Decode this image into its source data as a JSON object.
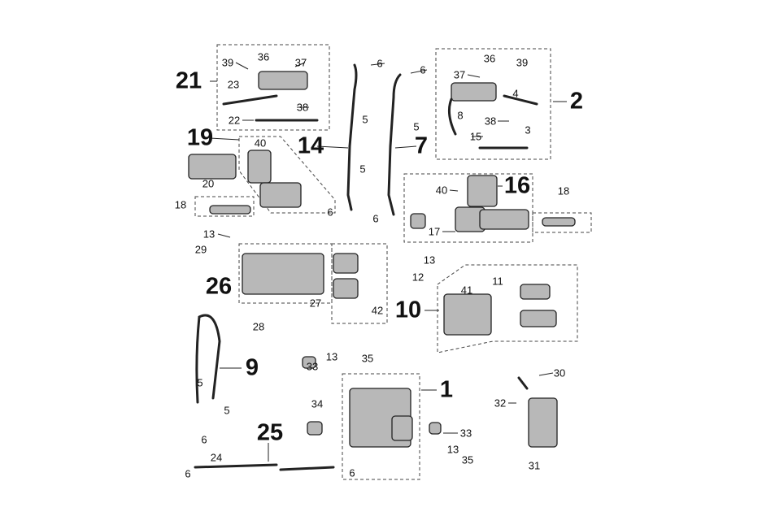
{
  "diagram": {
    "labels": [
      "21",
      "39",
      "36",
      "37",
      "23",
      "38",
      "22",
      "6",
      "5",
      "6",
      "5",
      "14",
      "7",
      "2",
      "36",
      "39",
      "37",
      "4",
      "8",
      "38",
      "15",
      "3",
      "19",
      "40",
      "20",
      "18",
      "5",
      "6",
      "6",
      "16",
      "40",
      "17",
      "18",
      "13",
      "29",
      "26",
      "27",
      "42",
      "28",
      "13",
      "12",
      "41",
      "11",
      "10",
      "9",
      "5",
      "5",
      "6",
      "33",
      "13",
      "35",
      "1",
      "34",
      "33",
      "13",
      "35",
      "30",
      "32",
      "31",
      "25",
      "24",
      "6",
      "6"
    ],
    "part_color": "#b8b8b8",
    "line_color": "#222222"
  }
}
